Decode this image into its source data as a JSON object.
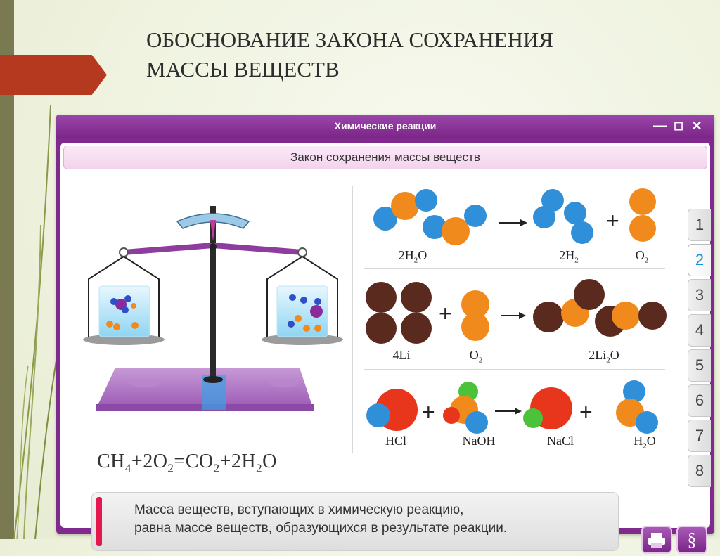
{
  "slide": {
    "title_line1": "ОБОСНОВАНИЕ ЗАКОНА СОХРАНЕНИЯ",
    "title_line2": "МАССЫ ВЕЩЕСТВ"
  },
  "window": {
    "title": "Химические реакции",
    "controls": {
      "minimize": "—",
      "restore": "◻",
      "close": "✕"
    }
  },
  "lesson": {
    "header": "Закон сохранения массы веществ",
    "balance_equation": {
      "ch": "CH",
      "ch_sub": "4",
      "plus1": "+2O",
      "o_sub": "2",
      "eq": "=CO",
      "co_sub": "2",
      "plus2": "+2H",
      "h_sub": "2",
      "o": "O"
    }
  },
  "reactions": [
    {
      "formulas": [
        {
          "main": "2H",
          "sub": "2",
          "tail": "O"
        },
        {
          "main": "2H",
          "sub": "2",
          "tail": ""
        },
        {
          "main": "O",
          "sub": "2",
          "tail": ""
        }
      ]
    },
    {
      "formulas": [
        {
          "main": "4Li",
          "sub": "",
          "tail": ""
        },
        {
          "main": "O",
          "sub": "2",
          "tail": ""
        },
        {
          "main": "2Li",
          "sub": "2",
          "tail": "O"
        }
      ]
    },
    {
      "formulas": [
        {
          "main": "HCl",
          "sub": "",
          "tail": ""
        },
        {
          "main": "NaOH",
          "sub": "",
          "tail": ""
        },
        {
          "main": "NaCl",
          "sub": "",
          "tail": ""
        },
        {
          "main": "H",
          "sub": "2",
          "tail": "O"
        }
      ]
    }
  ],
  "tabs": [
    {
      "label": "1",
      "active": false
    },
    {
      "label": "2",
      "active": true
    },
    {
      "label": "3",
      "active": false
    },
    {
      "label": "4",
      "active": false
    },
    {
      "label": "5",
      "active": false
    },
    {
      "label": "6",
      "active": false
    },
    {
      "label": "7",
      "active": false
    },
    {
      "label": "8",
      "active": false
    }
  ],
  "note": {
    "line1": "Масса веществ, вступающих в химическую реакцию,",
    "line2": "равна массе веществ, образующихся в результате реакции."
  },
  "buttons": {
    "paragraph": "§"
  },
  "colors": {
    "window": "#7f2a8c",
    "accent_tab": "#1d8fd6",
    "note_bar": "#e5174f",
    "atom_orange": "#f08a1c",
    "atom_blue": "#2f8fd8",
    "atom_brown": "#5a2a1e",
    "atom_red": "#e8361c",
    "atom_green": "#4cc23a",
    "atom_purple": "#8b2a9a"
  }
}
